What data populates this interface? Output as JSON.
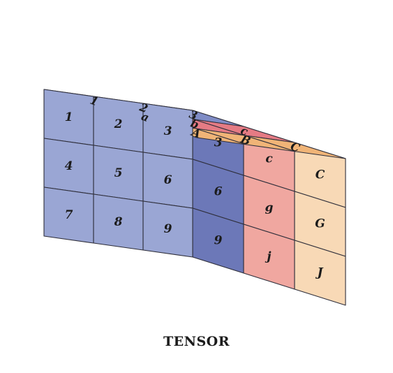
{
  "caption": "TENSOR",
  "colors": {
    "blue_front": "#9aa6d4",
    "blue_top": "#7f8cc6",
    "blue_side": "#6c78b8",
    "red_top": "#e57b84",
    "red_side": "#f0a7a0",
    "orange_top": "#f0b477",
    "orange_side": "#f8d9b6",
    "edge": "#2e2e3a"
  },
  "front_face": {
    "rows": [
      [
        "1",
        "2",
        "3"
      ],
      [
        "4",
        "5",
        "6"
      ],
      [
        "7",
        "8",
        "9"
      ]
    ]
  },
  "blue_top_labels": [
    "1",
    "2",
    "3"
  ],
  "blue_right_labels": [
    "3",
    "6",
    "9"
  ],
  "red_top_labels": [
    "a",
    "b",
    "c"
  ],
  "red_side_labels": [
    "c",
    "g",
    "j"
  ],
  "orange_top_labels": [
    "A",
    "B",
    "C"
  ],
  "orange_side_labels": [
    "C",
    "G",
    "J"
  ]
}
